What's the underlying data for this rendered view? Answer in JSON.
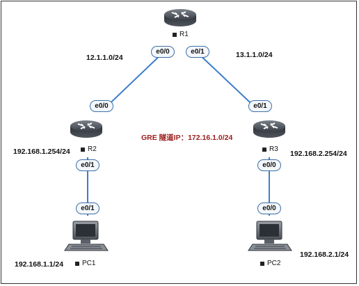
{
  "colors": {
    "link": "#3d7dc9",
    "tunnel_text": "#9b1c1c",
    "router_body": "#3a3f46",
    "port_border": "#3b6fa8"
  },
  "routers": [
    {
      "name": "R1",
      "icon": "router-icon"
    },
    {
      "name": "R2",
      "icon": "router-icon"
    },
    {
      "name": "R3",
      "icon": "router-icon"
    }
  ],
  "pcs": [
    {
      "name": "PC1",
      "icon": "pc-icon"
    },
    {
      "name": "PC2",
      "icon": "pc-icon"
    }
  ],
  "networks": {
    "r1_r2": "12.1.1.0/24",
    "r1_r3": "13.1.1.0/24"
  },
  "addresses": {
    "r2_lan": "192.168.1.254/24",
    "r3_lan": "192.168.2.254/24",
    "pc1": "192.168.1.1/24",
    "pc2": "192.168.2.1/24"
  },
  "interfaces": {
    "r1_to_r2": "e0/0",
    "r1_to_r3": "e0/1",
    "r2_to_r1": "e0/0",
    "r3_to_r1": "e0/1",
    "r2_to_pc1": "e0/1",
    "r3_to_pc2": "e0/0",
    "pc1_port": "e0/1",
    "pc2_port": "e0/0"
  },
  "tunnel_label": "GRE 隧道IP：172.16.1.0/24"
}
